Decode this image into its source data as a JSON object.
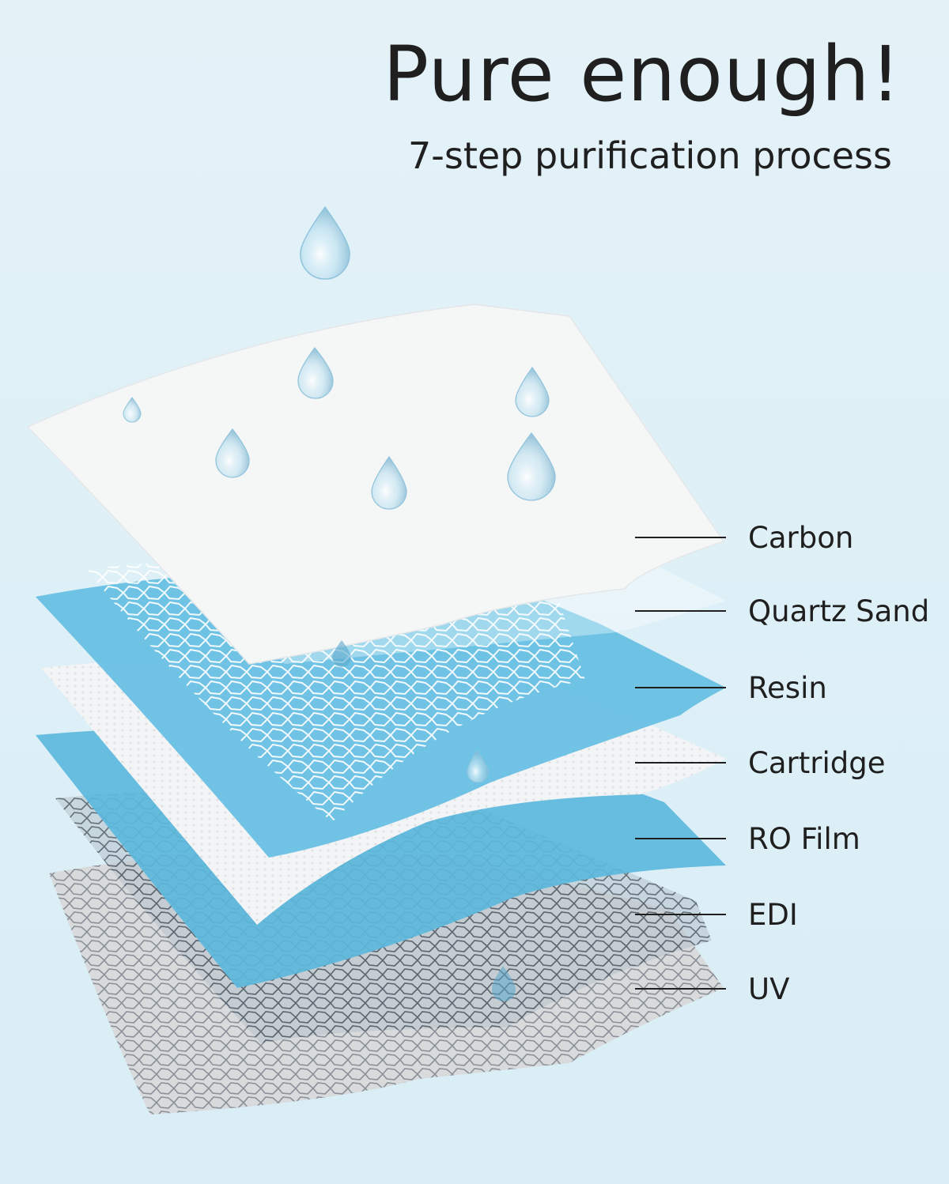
{
  "header": {
    "title": "Pure enough!",
    "subtitle": "7-step purification process"
  },
  "layers": [
    {
      "label": "Carbon"
    },
    {
      "label": "Quartz Sand"
    },
    {
      "label": "Resin"
    },
    {
      "label": "Cartridge"
    },
    {
      "label": "RO Film"
    },
    {
      "label": "EDI"
    },
    {
      "label": "UV"
    }
  ],
  "colors": {
    "background": "#dff0f7",
    "white_layer": "#f4f5f5",
    "blue_layer": "#5fbde0",
    "gray_layer": "#d5d7d9",
    "text": "#1f1f1f"
  }
}
